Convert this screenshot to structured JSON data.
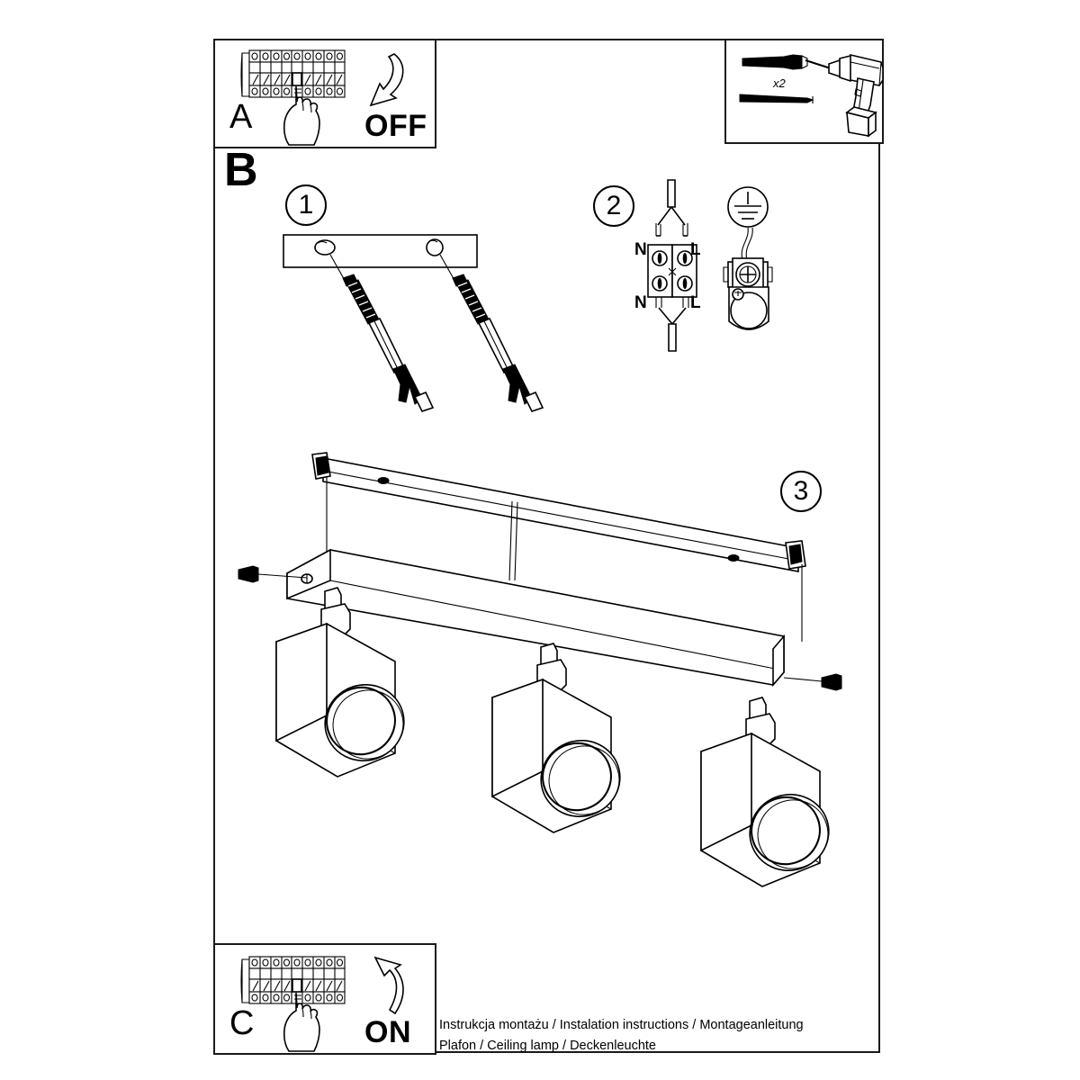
{
  "document": {
    "type": "installation-instruction-sheet",
    "product": "Ceiling lamp with 3 cube spotlights"
  },
  "panels": {
    "a": {
      "letter": "A",
      "action_label": "OFF",
      "icon": "circuit-breaker-panel",
      "hand": "pointing-finger",
      "arrow": "curved-arrow-down",
      "breaker_count": 9
    },
    "tools": {
      "quantity_label": "x2",
      "items": [
        "wall-plug-anchor",
        "screw",
        "power-drill"
      ]
    },
    "b": {
      "letter": "B",
      "steps": [
        {
          "number": "1",
          "icon": "mounting-bar-with-screws",
          "hole_count": 2
        },
        {
          "number": "2",
          "icon": "terminal-block-wiring",
          "labels_top": {
            "left": "N",
            "right": "L"
          },
          "labels_bottom": {
            "left": "N",
            "right": "L"
          },
          "earth_symbol": "earth-ground-symbol",
          "earth_terminal": "ground-screw-terminal"
        },
        {
          "number": "3",
          "icon": "ceiling-lamp-assembly",
          "spotlight_count": 3,
          "side_screw_count": 2
        }
      ]
    },
    "c": {
      "letter": "C",
      "action_label": "ON",
      "icon": "circuit-breaker-panel",
      "hand": "pointing-finger",
      "arrow": "curved-arrow-up",
      "breaker_count": 9
    }
  },
  "footer": {
    "line1": "Instrukcja montażu / Instalation instructions / Montageanleitung",
    "line2": "Plafon / Ceiling lamp / Deckenleuchte"
  },
  "colors": {
    "ink": "#000000",
    "paper": "#ffffff",
    "frame": "#1a1a1a"
  }
}
